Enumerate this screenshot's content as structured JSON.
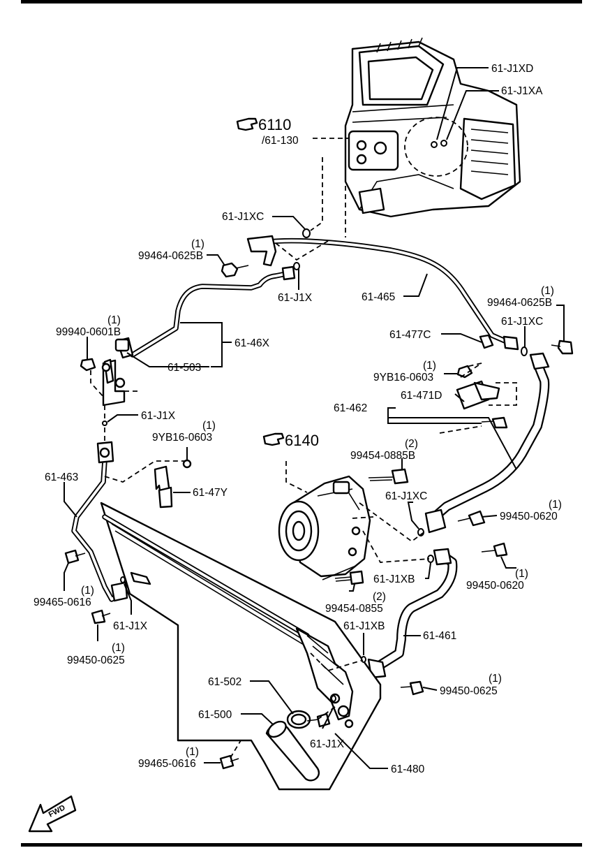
{
  "references": [
    {
      "id": "ref-6110",
      "code": "6110",
      "sub": "/61-130"
    },
    {
      "id": "ref-6140",
      "code": "6140",
      "sub": ""
    }
  ],
  "parts": [
    {
      "id": "p-61-j1xd",
      "label": "61-J1XD"
    },
    {
      "id": "p-61-j1xa",
      "label": "61-J1XA"
    },
    {
      "id": "p-61-j1xc-top",
      "label": "61-J1XC"
    },
    {
      "id": "p-99464-0625b-left",
      "label": "99464-0625B",
      "qty": "(1)"
    },
    {
      "id": "p-61-j1x-top",
      "label": "61-J1X"
    },
    {
      "id": "p-61-465",
      "label": "61-465"
    },
    {
      "id": "p-99464-0625b-right",
      "label": "99464-0625B",
      "qty": "(1)"
    },
    {
      "id": "p-61-j1xc-right",
      "label": "61-J1XC"
    },
    {
      "id": "p-61-477c",
      "label": "61-477C"
    },
    {
      "id": "p-99940-0601b",
      "label": "99940-0601B",
      "qty": "(1)"
    },
    {
      "id": "p-61-46x",
      "label": "61-46X"
    },
    {
      "id": "p-61-503",
      "label": "61-503"
    },
    {
      "id": "p-9yb16-0603-right",
      "label": "9YB16-0603",
      "qty": "(1)"
    },
    {
      "id": "p-61-471d",
      "label": "61-471D"
    },
    {
      "id": "p-61-462",
      "label": "61-462"
    },
    {
      "id": "p-61-j1x-left",
      "label": "61-J1X"
    },
    {
      "id": "p-9yb16-0603-mid",
      "label": "9YB16-0603",
      "qty": "(1)"
    },
    {
      "id": "p-99454-0885b",
      "label": "99454-0885B",
      "qty": "(2)"
    },
    {
      "id": "p-61-463",
      "label": "61-463"
    },
    {
      "id": "p-61-47y",
      "label": "61-47Y"
    },
    {
      "id": "p-61-j1xc-comp",
      "label": "61-J1XC"
    },
    {
      "id": "p-99450-0620-a",
      "label": "99450-0620",
      "qty": "(1)"
    },
    {
      "id": "p-99450-0620-b",
      "label": "99450-0620",
      "qty": "(1)"
    },
    {
      "id": "p-61-j1xb-a",
      "label": "61-J1XB"
    },
    {
      "id": "p-99465-0616-top",
      "label": "99465-0616",
      "qty": "(1)"
    },
    {
      "id": "p-99454-0855",
      "label": "99454-0855",
      "qty": "(2)"
    },
    {
      "id": "p-61-j1x-low",
      "label": "61-J1X"
    },
    {
      "id": "p-61-j1xb-b",
      "label": "61-J1XB"
    },
    {
      "id": "p-99450-0625-left",
      "label": "99450-0625",
      "qty": "(1)"
    },
    {
      "id": "p-61-461",
      "label": "61-461"
    },
    {
      "id": "p-99450-0625-right",
      "label": "99450-0625",
      "qty": "(1)"
    },
    {
      "id": "p-61-502",
      "label": "61-502"
    },
    {
      "id": "p-61-500",
      "label": "61-500"
    },
    {
      "id": "p-61-j1x-bottom",
      "label": "61-J1X"
    },
    {
      "id": "p-99465-0616-bottom",
      "label": "99465-0616",
      "qty": "(1)"
    },
    {
      "id": "p-61-480",
      "label": "61-480"
    }
  ],
  "fwd_arrow": {
    "label": "FWD"
  }
}
